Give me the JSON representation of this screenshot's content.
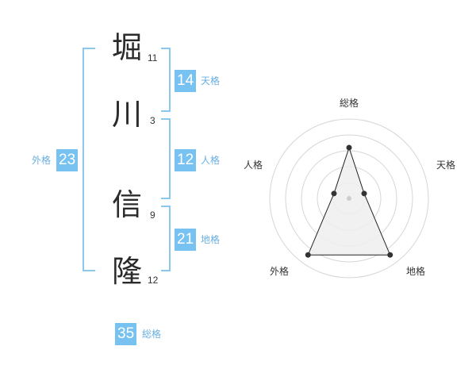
{
  "name": {
    "chars": [
      {
        "char": "堀",
        "strokes": "11"
      },
      {
        "char": "川",
        "strokes": "3"
      },
      {
        "char": "信",
        "strokes": "9"
      },
      {
        "char": "隆",
        "strokes": "12"
      }
    ]
  },
  "fortunes": {
    "tenkaku": {
      "value": "14",
      "label": "天格"
    },
    "jinkaku": {
      "value": "12",
      "label": "人格"
    },
    "chikaku": {
      "value": "21",
      "label": "地格"
    },
    "gaikaku": {
      "value": "23",
      "label": "外格"
    },
    "soukaku": {
      "value": "35",
      "label": "総格"
    }
  },
  "colors": {
    "accent": "#78c2f2",
    "bracket": "#8cc8ee",
    "label": "#6aaee0"
  },
  "chart_data": {
    "type": "radar",
    "axes": [
      "総格",
      "天格",
      "地格",
      "外格",
      "人格"
    ],
    "series": [
      {
        "values": [
          3.2,
          1.0,
          4.4,
          4.4,
          1.0
        ]
      }
    ],
    "rings": 5,
    "max": 5
  }
}
